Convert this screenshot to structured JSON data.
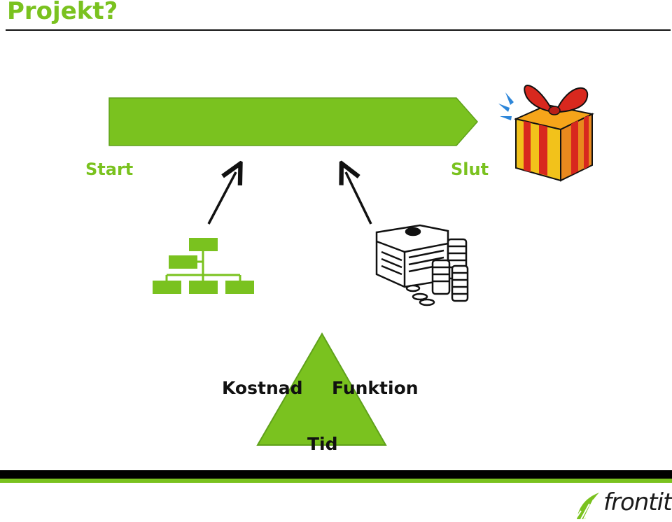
{
  "slide": {
    "title": "Projekt?",
    "timeline": {
      "start_label": "Start",
      "end_label": "Slut"
    },
    "triangle": {
      "cost_label": "Kostnad",
      "function_label": "Funktion",
      "time_label": "Tid"
    }
  },
  "logo": {
    "name": "frontit"
  },
  "colors": {
    "accent_green": "#7ac21f",
    "dark": "#111111"
  },
  "icons": {
    "gift": "gift-box-icon",
    "org_chart": "org-chart-icon",
    "money": "money-stack-icon",
    "logo_mark": "frontit-leaf-icon"
  }
}
